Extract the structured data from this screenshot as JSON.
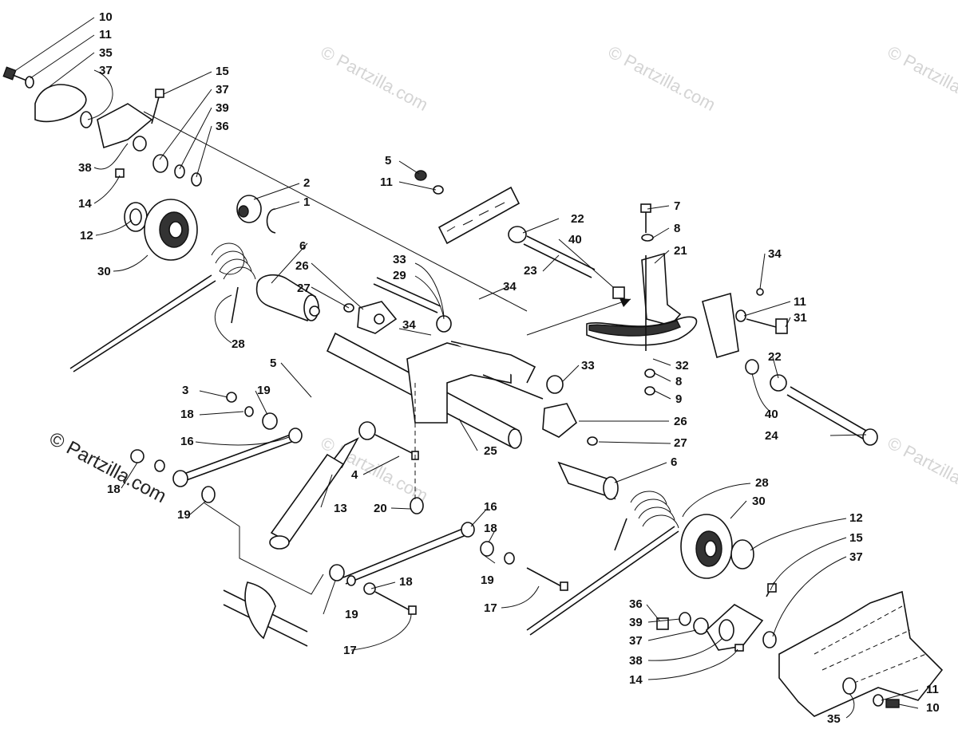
{
  "watermarks": [
    "© Partzilla.com",
    "© Partzilla.com",
    "© Partzilla.com",
    "© Partzilla.com",
    "© Partzilla.com",
    "© Partzilla.com"
  ],
  "callouts": [
    "10",
    "11",
    "35",
    "37",
    "15",
    "37",
    "39",
    "36",
    "38",
    "14",
    "2",
    "1",
    "12",
    "30",
    "5",
    "11",
    "22",
    "40",
    "23",
    "7",
    "8",
    "21",
    "34",
    "6",
    "26",
    "27",
    "33",
    "29",
    "34",
    "34",
    "11",
    "31",
    "28",
    "22",
    "32",
    "8",
    "9",
    "5",
    "3",
    "19",
    "18",
    "16",
    "33",
    "26",
    "40",
    "24",
    "27",
    "4",
    "25",
    "6",
    "18",
    "19",
    "13",
    "20",
    "16",
    "18",
    "28",
    "30",
    "12",
    "15",
    "37",
    "19",
    "18",
    "17",
    "19",
    "17",
    "36",
    "39",
    "37",
    "38",
    "14",
    "11",
    "10",
    "35"
  ]
}
